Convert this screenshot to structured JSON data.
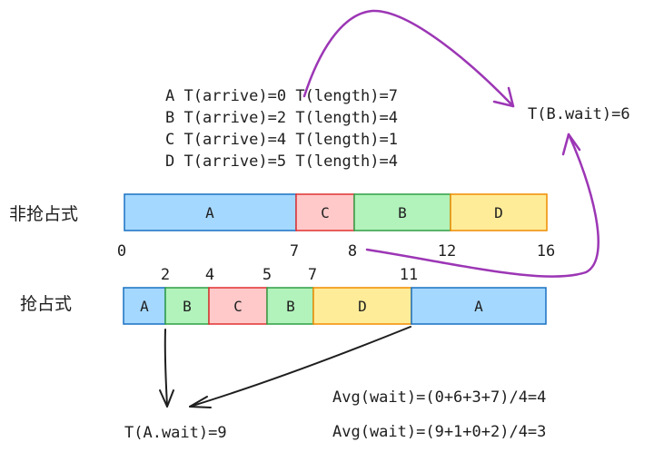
{
  "processes": [
    {
      "name": "A",
      "arrive": "0",
      "length": "7"
    },
    {
      "name": "B",
      "arrive": "2",
      "length": "4"
    },
    {
      "name": "C",
      "arrive": "4",
      "length": "1"
    },
    {
      "name": "D",
      "arrive": "5",
      "length": "4"
    }
  ],
  "process_line_format": {
    "arrive_prefix": "T(arrive)=",
    "length_prefix": "T(length)="
  },
  "labels": {
    "non_preemptive": "非抢占式",
    "preemptive": "抢占式",
    "b_wait": "T(B.wait)=6",
    "a_wait": "T(A.wait)=9",
    "avg_non_preemptive": "Avg(wait)=(0+6+3+7)/4=4",
    "avg_preemptive": "Avg(wait)=(9+1+0+2)/4=3"
  },
  "non_preemptive_timeline": {
    "segments": [
      {
        "label": "A",
        "start": 0,
        "end": 7,
        "fill": "#a5d8ff",
        "stroke": "#1971c2"
      },
      {
        "label": "C",
        "start": 7,
        "end": 8,
        "fill": "#ffc9c9",
        "stroke": "#e03131"
      },
      {
        "label": "B",
        "start": 8,
        "end": 12,
        "fill": "#b2f2bb",
        "stroke": "#2f9e44"
      },
      {
        "label": "D",
        "start": 12,
        "end": 16,
        "fill": "#ffec99",
        "stroke": "#f08c00"
      }
    ],
    "ticks": [
      "0",
      "7",
      "8",
      "12",
      "16"
    ]
  },
  "preemptive_timeline": {
    "segments": [
      {
        "label": "A",
        "fill": "#a5d8ff",
        "stroke": "#1971c2"
      },
      {
        "label": "B",
        "fill": "#b2f2bb",
        "stroke": "#2f9e44"
      },
      {
        "label": "C",
        "fill": "#ffc9c9",
        "stroke": "#e03131"
      },
      {
        "label": "B",
        "fill": "#b2f2bb",
        "stroke": "#2f9e44"
      },
      {
        "label": "D",
        "fill": "#ffec99",
        "stroke": "#f08c00"
      },
      {
        "label": "A",
        "fill": "#a5d8ff",
        "stroke": "#1971c2"
      }
    ],
    "ticks": [
      "2",
      "4",
      "5",
      "7",
      "11"
    ]
  },
  "colors": {
    "arrow_purple": "#9c36b5",
    "arrow_black": "#1e1e1e",
    "text": "#1e1e1e"
  }
}
